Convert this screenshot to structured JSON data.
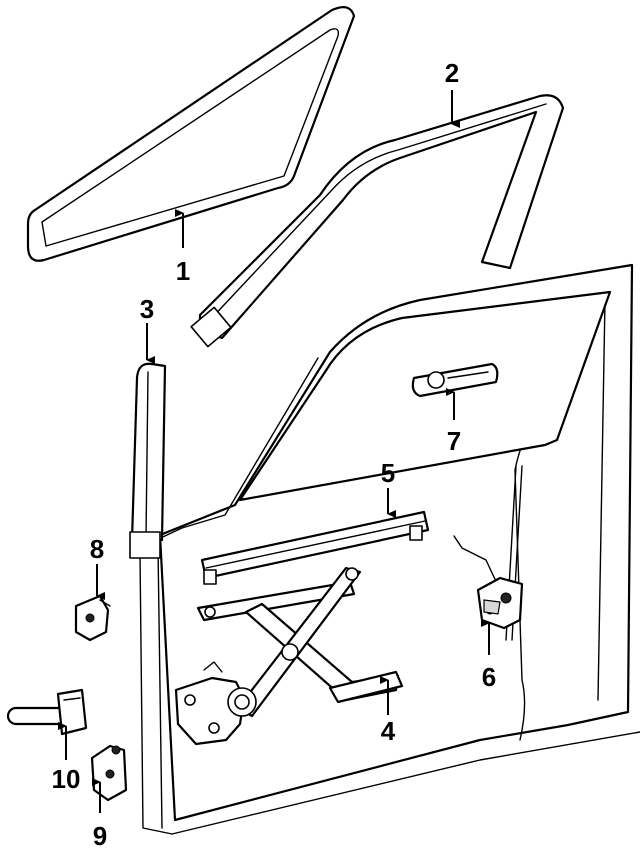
{
  "callouts": [
    "1",
    "2",
    "3",
    "4",
    "5",
    "6",
    "7",
    "8",
    "9",
    "10"
  ],
  "line_color": "#000000",
  "background": "#ffffff"
}
